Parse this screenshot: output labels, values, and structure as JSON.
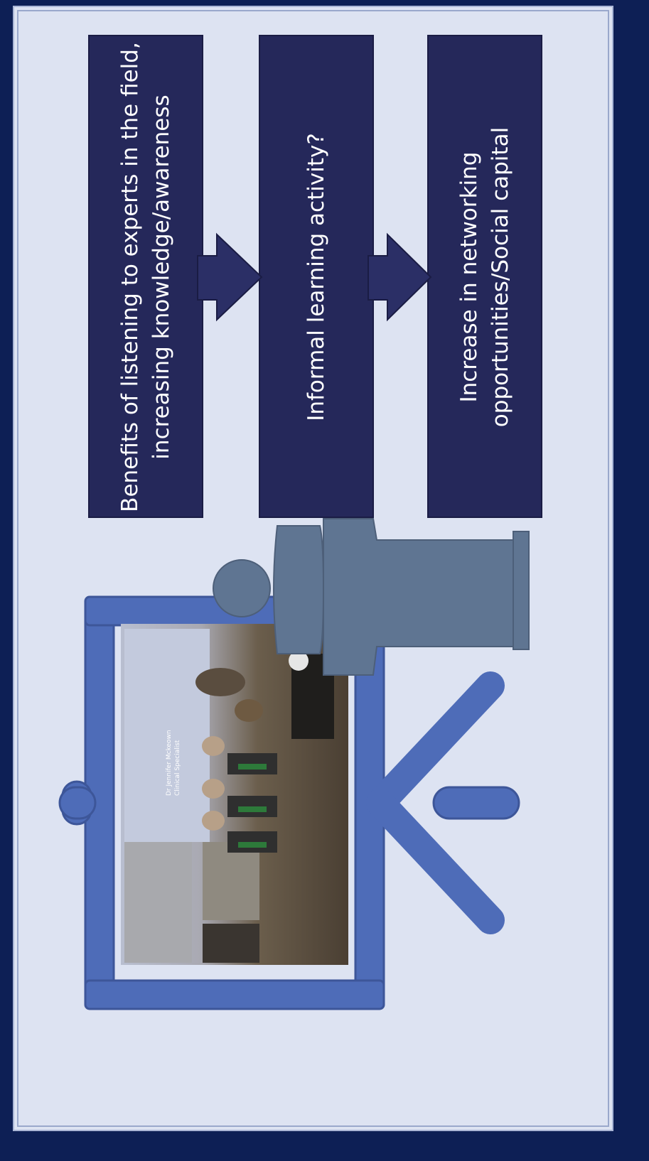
{
  "slide": {
    "boxes": [
      {
        "line1": "Benefits of listening to experts in the field,",
        "line2": "increasing knowledge/awareness"
      },
      {
        "line1": "Informal learning activity?",
        "line2": ""
      },
      {
        "line1": "Increase in networking",
        "line2": "opportunities/Social capital"
      }
    ],
    "photo": {
      "screen_text": "Dr Jennifer Mckeown\nClinical Specialist"
    }
  },
  "colors": {
    "background": "#0d1f55",
    "panel": "#dde3f2",
    "box_fill": "#25285a",
    "arrow_fill": "#25285a",
    "figure_blue": "#4e6cb8",
    "podium": "#5f7592"
  }
}
